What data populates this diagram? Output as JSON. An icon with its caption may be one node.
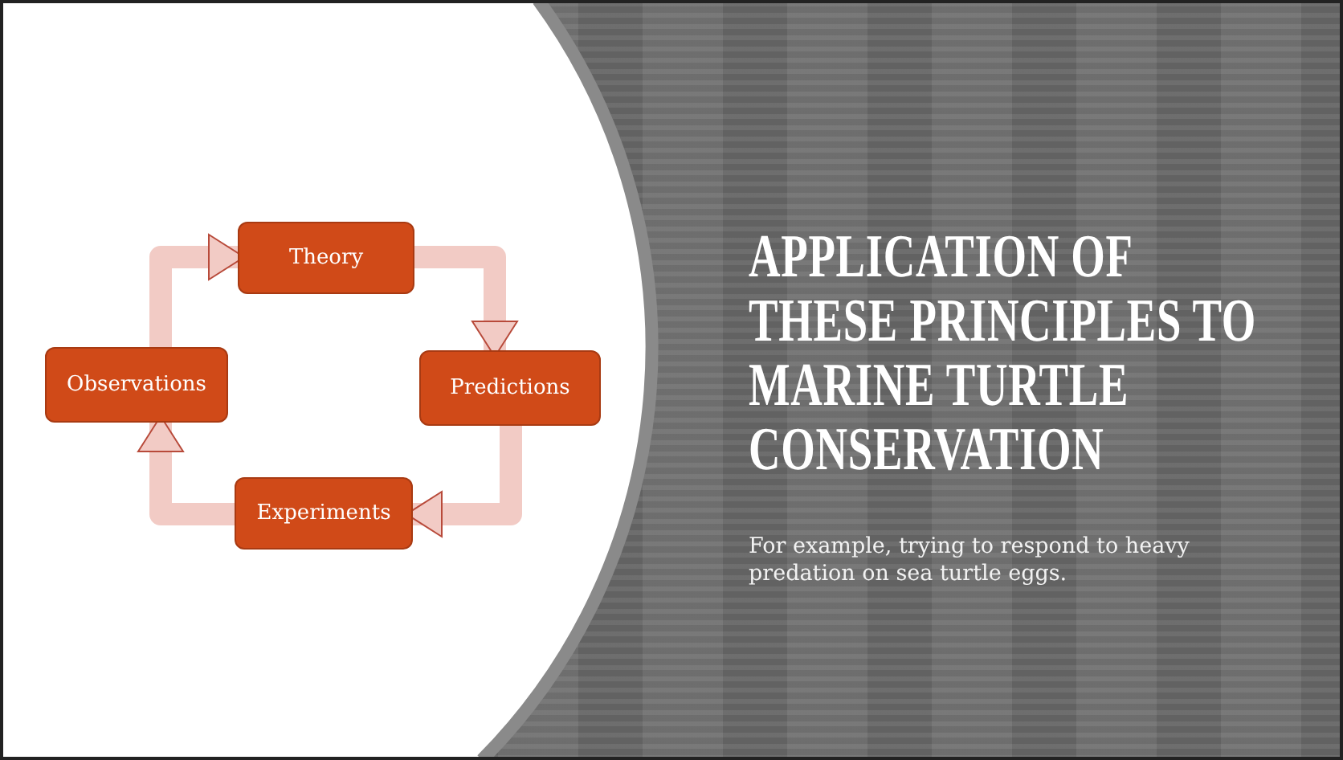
{
  "diagram": {
    "title": "APPLICATION OF THESE PRINCIPLES TO MARINE TURTLE CONSERVATION",
    "nodes": [
      {
        "text": [
          "Theory"
        ]
      },
      {
        "text": [
          "Predictions"
        ]
      },
      {
        "text": [
          "Experiments"
        ]
      },
      {
        "text": [
          "Observations"
        ]
      }
    ],
    "edges": [
      {
        "from": 3,
        "to": 0,
        "arrow": "to"
      },
      {
        "from": 0,
        "to": 1,
        "arrow": "to"
      },
      {
        "from": 1,
        "to": 2,
        "arrow": "to"
      },
      {
        "from": 2,
        "to": 3,
        "arrow": "to"
      }
    ],
    "labels": [
      "For example, trying to respond to heavy predation on sea turtle eggs."
    ]
  }
}
